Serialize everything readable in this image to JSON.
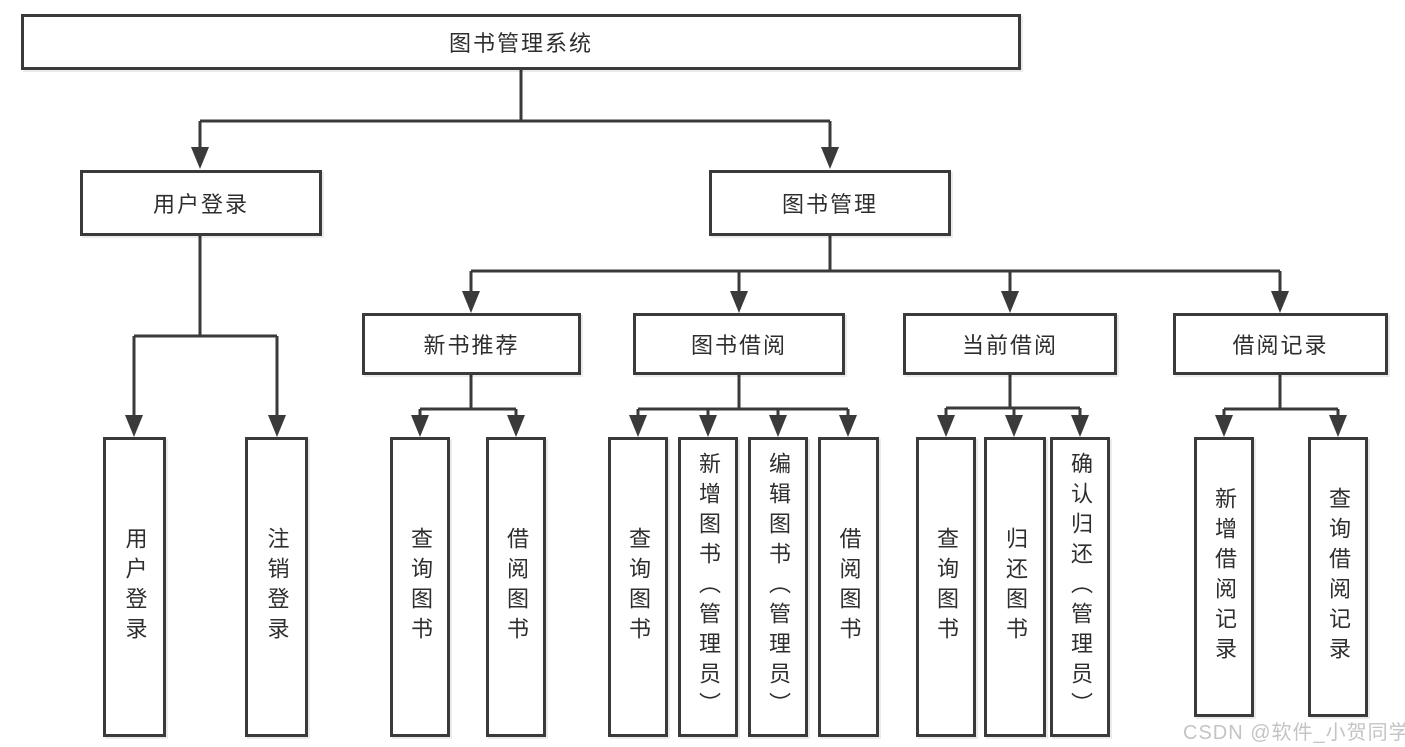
{
  "nodes": {
    "root": {
      "label": "图书管理系统"
    },
    "user_login": {
      "label": "用户登录"
    },
    "book_management": {
      "label": "图书管理"
    },
    "new_book_recommend": {
      "label": "新书推荐"
    },
    "book_borrowing": {
      "label": "图书借阅"
    },
    "current_borrowing": {
      "label": "当前借阅"
    },
    "borrowing_records": {
      "label": "借阅记录"
    },
    "leaf_user_login": {
      "label": "用户登录"
    },
    "leaf_logout": {
      "label": "注销登录"
    },
    "leaf_nbr_query_books": {
      "label": "查询图书"
    },
    "leaf_nbr_borrow_books": {
      "label": "借阅图书"
    },
    "leaf_bb_query_books": {
      "label": "查询图书"
    },
    "leaf_bb_add_books": {
      "label": "新增图书（管理员）"
    },
    "leaf_bb_edit_books": {
      "label": "编辑图书（管理员）"
    },
    "leaf_bb_borrow_books": {
      "label": "借阅图书"
    },
    "leaf_cb_query_books": {
      "label": "查询图书"
    },
    "leaf_cb_return_books": {
      "label": "归还图书"
    },
    "leaf_cb_confirm_return": {
      "label": "确认归还（管理员）"
    },
    "leaf_br_add_record": {
      "label": "新增借阅记录"
    },
    "leaf_br_query_record": {
      "label": "查询借阅记录"
    }
  },
  "hierarchy": [
    {
      "parent": "图书管理系统",
      "children": [
        "用户登录",
        "图书管理"
      ]
    },
    {
      "parent": "用户登录",
      "children": [
        "用户登录",
        "注销登录"
      ]
    },
    {
      "parent": "图书管理",
      "children": [
        "新书推荐",
        "图书借阅",
        "当前借阅",
        "借阅记录"
      ]
    },
    {
      "parent": "新书推荐",
      "children": [
        "查询图书",
        "借阅图书"
      ]
    },
    {
      "parent": "图书借阅",
      "children": [
        "查询图书",
        "新增图书（管理员）",
        "编辑图书（管理员）",
        "借阅图书"
      ]
    },
    {
      "parent": "当前借阅",
      "children": [
        "查询图书",
        "归还图书",
        "确认归还（管理员）"
      ]
    },
    {
      "parent": "借阅记录",
      "children": [
        "新增借阅记录",
        "查询借阅记录"
      ]
    }
  ],
  "watermark": {
    "text": "CSDN @软件_小贺同学"
  },
  "colors": {
    "line": "#3a3a3a",
    "text": "#2e2e2e",
    "background": "#ffffff",
    "watermark": "#c4c4c6"
  }
}
